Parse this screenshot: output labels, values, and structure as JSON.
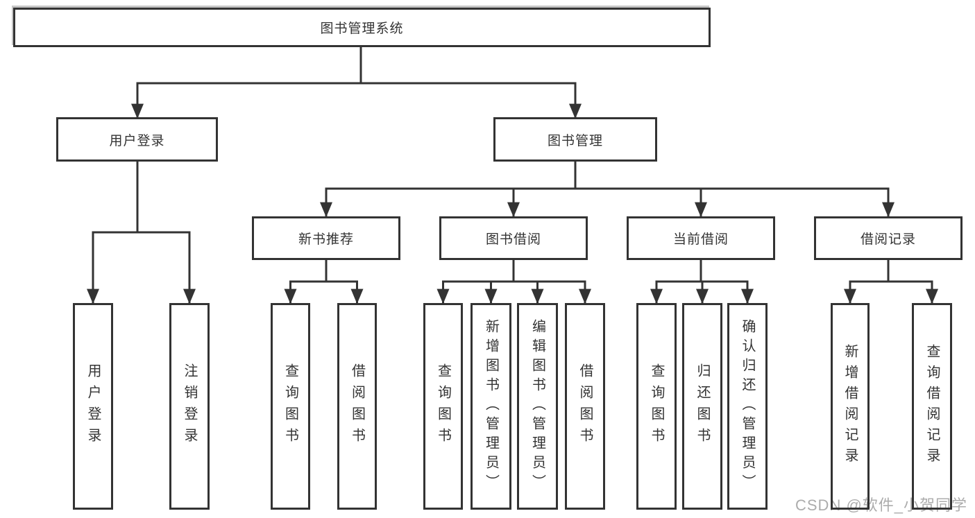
{
  "diagram": {
    "title": "图书管理系统",
    "watermark": "CSDN @软件_小贺同学",
    "colors": {
      "line": "#333333",
      "box_border": "#333333",
      "box_fill": "#ffffff",
      "text": "#333333",
      "watermark": "#9d9d9d",
      "background": "#ffffff"
    },
    "root": {
      "label": "图书管理系统"
    },
    "level2": [
      {
        "label": "用户登录"
      },
      {
        "label": "图书管理"
      }
    ],
    "level3": [
      {
        "label": "新书推荐",
        "parent": "图书管理"
      },
      {
        "label": "图书借阅",
        "parent": "图书管理"
      },
      {
        "label": "当前借阅",
        "parent": "图书管理"
      },
      {
        "label": "借阅记录",
        "parent": "图书管理"
      }
    ],
    "leaves": [
      {
        "label": "用户登录",
        "parent": "用户登录"
      },
      {
        "label": "注销登录",
        "parent": "用户登录"
      },
      {
        "label": "查询图书",
        "parent": "新书推荐"
      },
      {
        "label": "借阅图书",
        "parent": "新书推荐"
      },
      {
        "label": "查询图书",
        "parent": "图书借阅"
      },
      {
        "label": "新增图书（管理员）",
        "parent": "图书借阅"
      },
      {
        "label": "编辑图书（管理员）",
        "parent": "图书借阅"
      },
      {
        "label": "借阅图书",
        "parent": "图书借阅"
      },
      {
        "label": "查询图书",
        "parent": "当前借阅"
      },
      {
        "label": "归还图书",
        "parent": "当前借阅"
      },
      {
        "label": "确认归还（管理员）",
        "parent": "当前借阅"
      },
      {
        "label": "新增借阅记录",
        "parent": "借阅记录"
      },
      {
        "label": "查询借阅记录",
        "parent": "借阅记录"
      }
    ]
  }
}
